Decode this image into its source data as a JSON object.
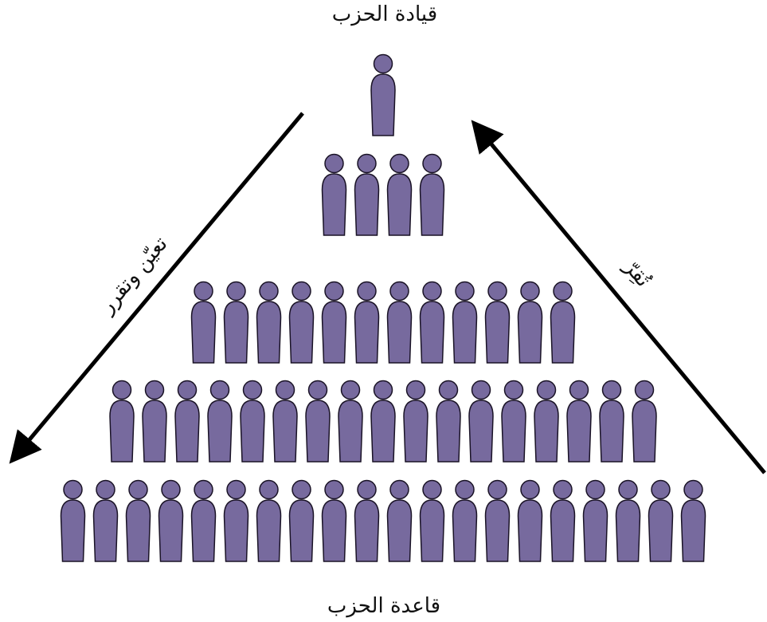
{
  "labels": {
    "top": "قيادة الحزب",
    "bottom": "قاعدة الحزب",
    "left_arrow": "تعيّن وتقرر",
    "right_arrow": "تُقِرّ"
  },
  "pyramid": {
    "row_counts": [
      1,
      4,
      12,
      17,
      20
    ],
    "figure_color": "#776a9e",
    "outline_color": "#1a1326"
  }
}
